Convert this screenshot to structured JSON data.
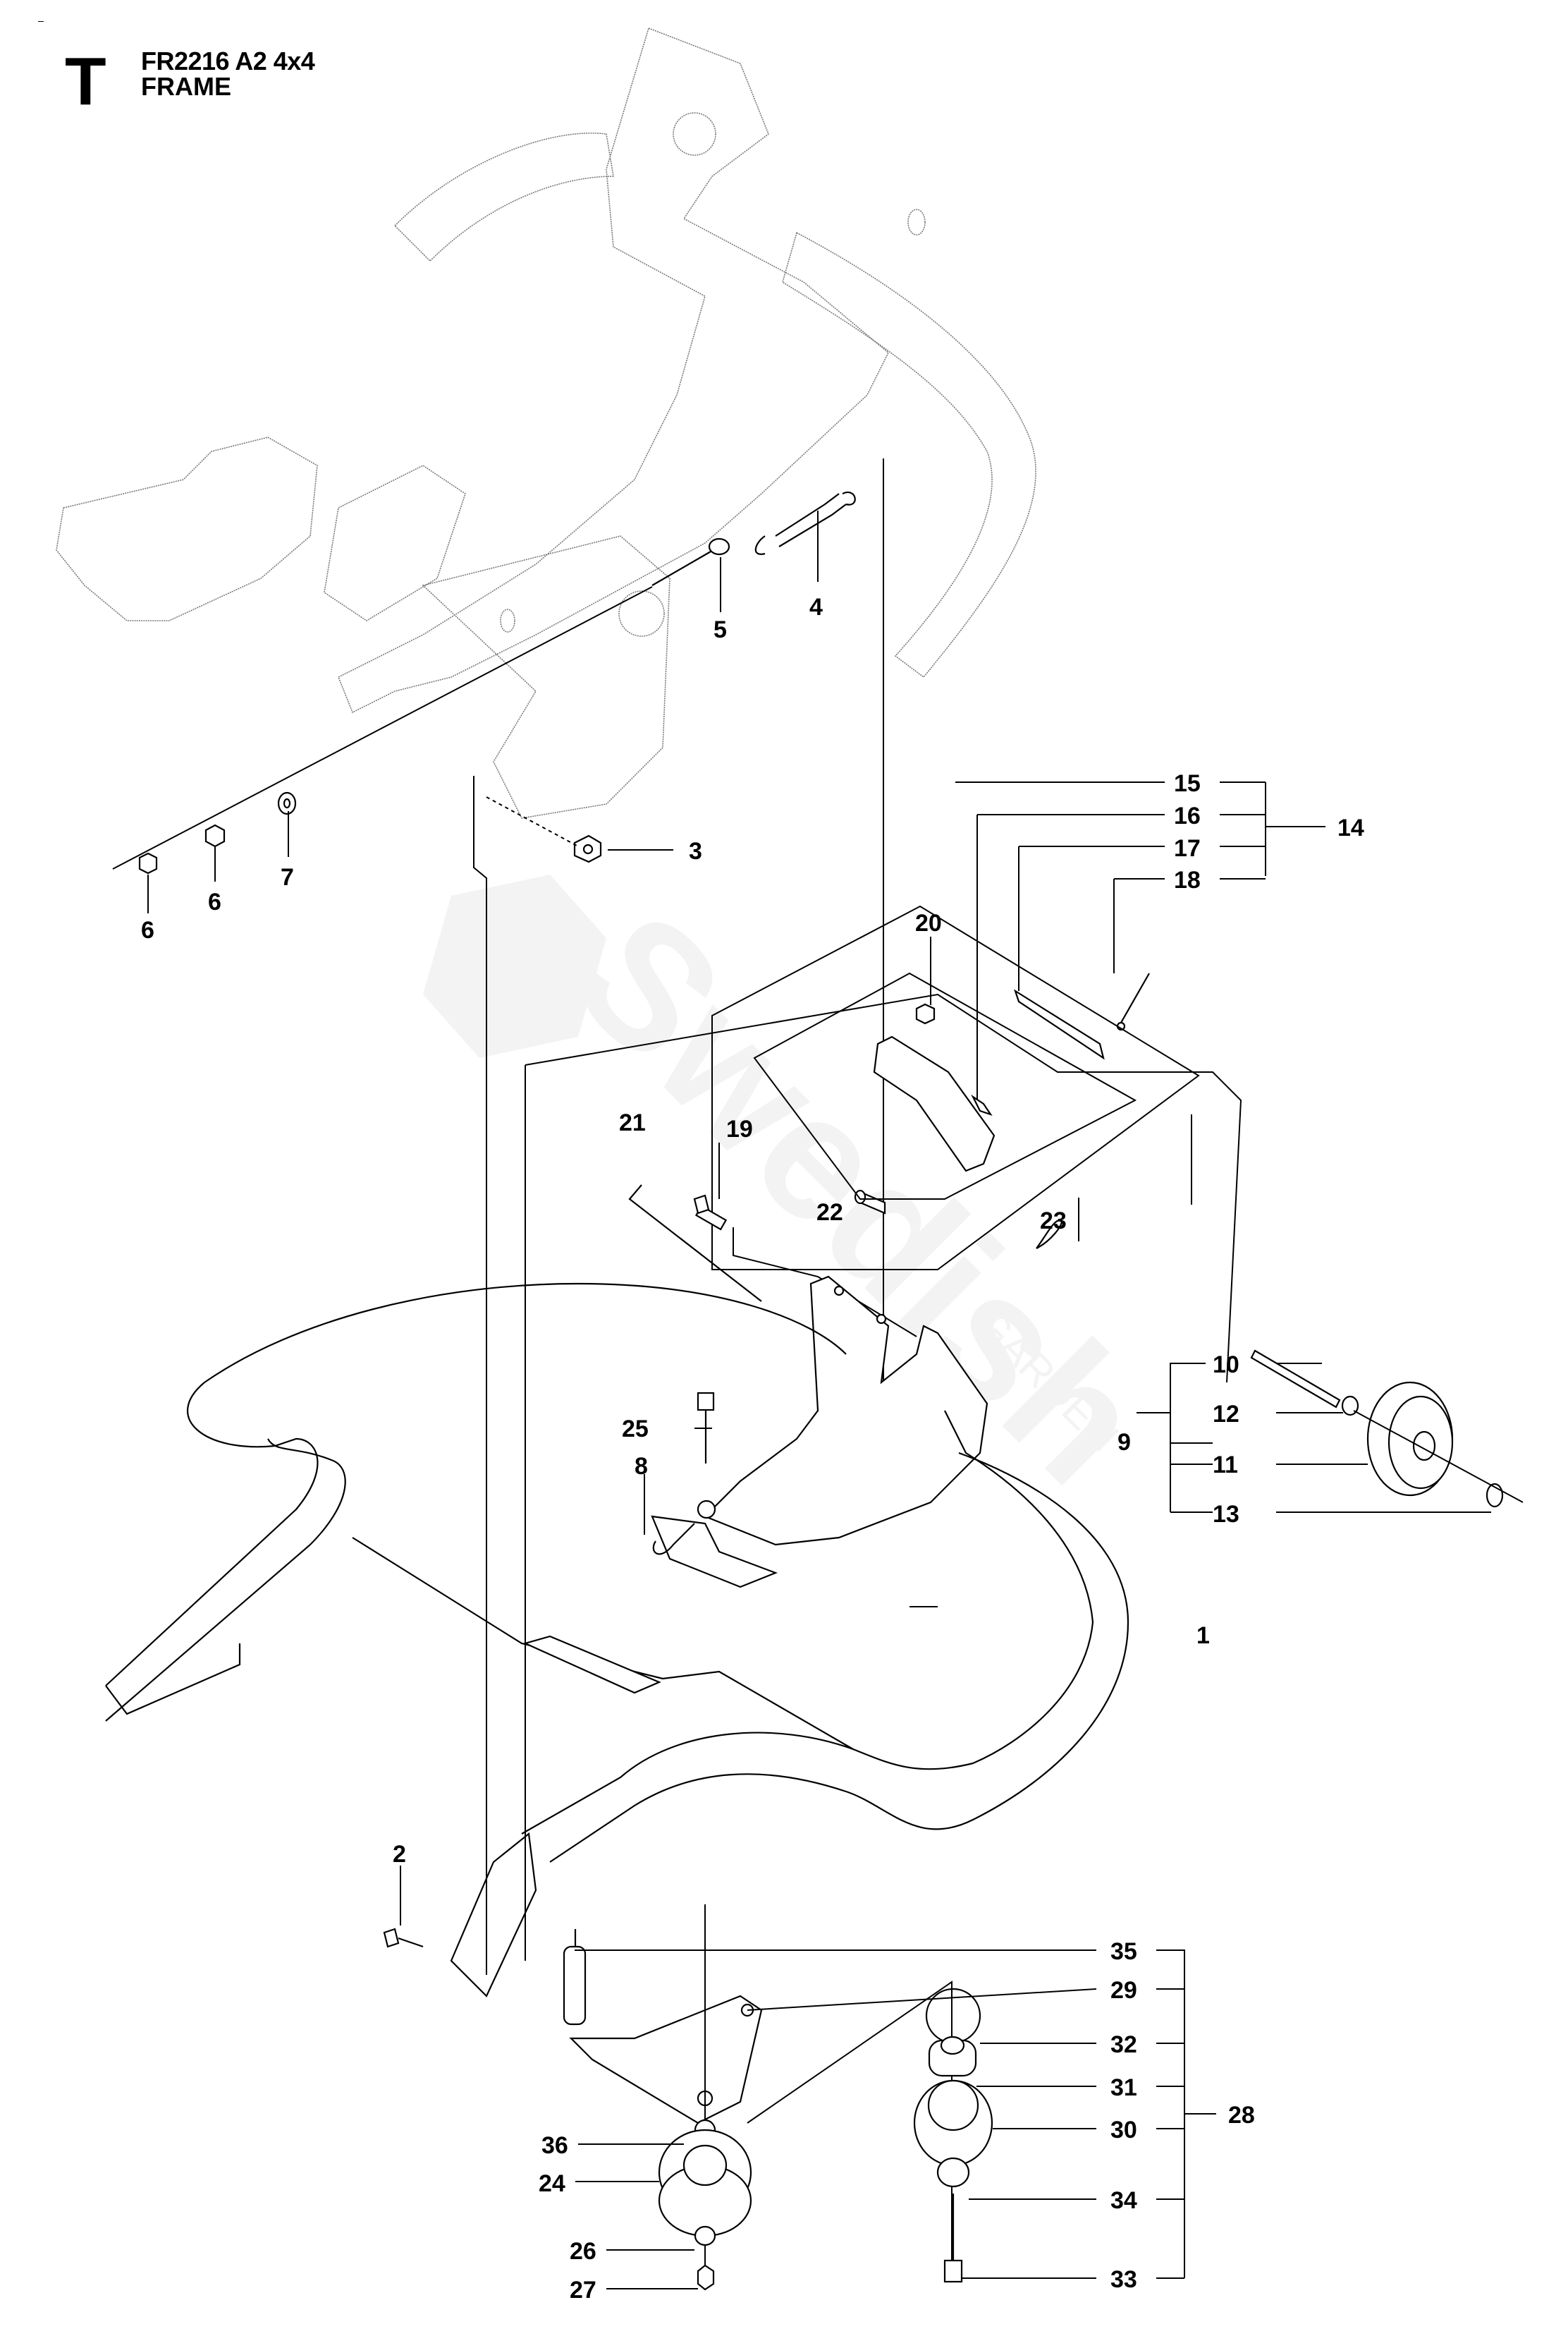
{
  "header": {
    "section_letter": "T",
    "model": "FR2216 A2 4x4",
    "title": "FRAME"
  },
  "watermark": {
    "logo_icon": "brand-logo-icon",
    "text": "Swedish",
    "subtext": "GARDEN"
  },
  "callouts": {
    "c1": "1",
    "c2": "2",
    "c3": "3",
    "c4": "4",
    "c5": "5",
    "c6a": "6",
    "c6b": "6",
    "c7": "7",
    "c8": "8",
    "c9": "9",
    "c10": "10",
    "c11": "11",
    "c12": "12",
    "c13": "13",
    "c14": "14",
    "c15": "15",
    "c16": "16",
    "c17": "17",
    "c18": "18",
    "c19": "19",
    "c20": "20",
    "c21": "21",
    "c22": "22",
    "c23": "23",
    "c24": "24",
    "c25": "25",
    "c26": "26",
    "c27": "27",
    "c28": "28",
    "c29": "29",
    "c30": "30",
    "c31": "31",
    "c32": "32",
    "c33": "33",
    "c34": "34",
    "c35": "35",
    "c36": "36"
  },
  "assemblies": [
    {
      "parent": "14",
      "children": [
        "15",
        "16",
        "17",
        "18"
      ]
    },
    {
      "parent": "9",
      "children": [
        "10",
        "12",
        "11",
        "13"
      ]
    },
    {
      "parent": "28",
      "children": [
        "35",
        "29",
        "32",
        "31",
        "30",
        "34",
        "33"
      ]
    }
  ]
}
